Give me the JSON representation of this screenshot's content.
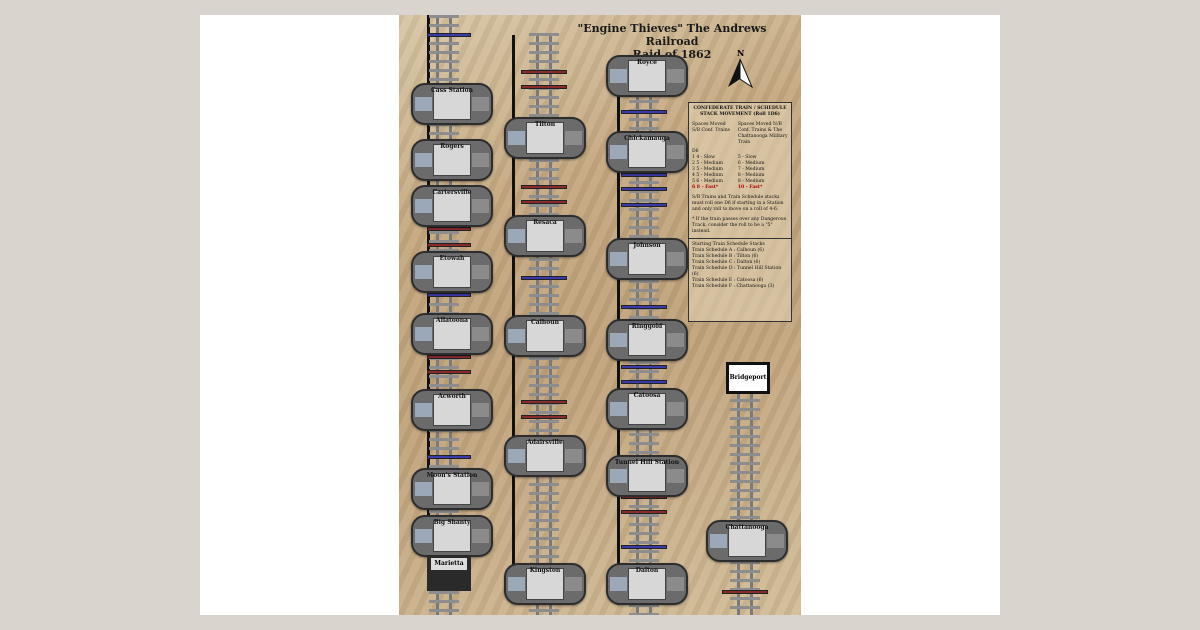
{
  "board": {
    "title_line1": "\"Engine Thieves\" The Andrews Railroad",
    "title_line2": "Raid of 1862",
    "compass_label": "N"
  },
  "stations": {
    "col1": [
      "Cass Station",
      "Rogers",
      "Cartersville",
      "Etowah",
      "Allatoona",
      "Acworth",
      "Moon's Station",
      "Big Shanty",
      "Marietta"
    ],
    "col2": [
      "Tilton",
      "Resaca",
      "Calhoun",
      "Adairsville",
      "Kingston"
    ],
    "col3": [
      "Royce",
      "Chickamauga",
      "Johnson",
      "Ringgold",
      "Catoosa",
      "Tunnel Hill Station",
      "Dalton"
    ],
    "col4": [
      "Bridgeport",
      "Chattanooga"
    ]
  },
  "table": {
    "heading": "CONFEDERATE TRAIN / SCHEDULE STACK MOVEMENT (Roll 1D6)",
    "col_a_head": "Spaces Moved S/B Conf. Trains",
    "col_b_head": "Spaces Moved N/B Conf. Trains & The Chattanooga Military Train",
    "die_label": "D6",
    "rows_a": [
      "1  4 - Slow",
      "2  5 - Medium",
      "3  5 - Medium",
      "4  5 - Medium",
      "5  6 - Medium",
      "6  8 - Fast*"
    ],
    "rows_b": [
      "5 - Slow",
      "6 - Medium",
      "7 - Medium",
      "8 - Medium",
      "8 - Medium",
      "10 - Fast*"
    ],
    "note1": "S/B Trains and Train Schedule stacks must roll one D6 if starting in a Station and only roll to move on a roll of 4-6.",
    "note2": "* If the train passes over any Dangerous Track, consider the roll to be a \"5\" instead.",
    "start_heading": "Starting Train Schedule Stacks",
    "start_list": [
      "Train Schedule A : Calhoun (6)",
      "Train Schedule B : Tilton (6)",
      "Train Schedule C : Dalton (6)",
      "Train Schedule D : Tunnel Hill Station (6)",
      "Train Schedule E : Catoosa (6)",
      "Train Schedule F : Chattanooga (3)"
    ]
  },
  "colors": {
    "track_blue": "#3a3aa8",
    "track_red": "#8a2b2b",
    "box_border": "#111111"
  }
}
